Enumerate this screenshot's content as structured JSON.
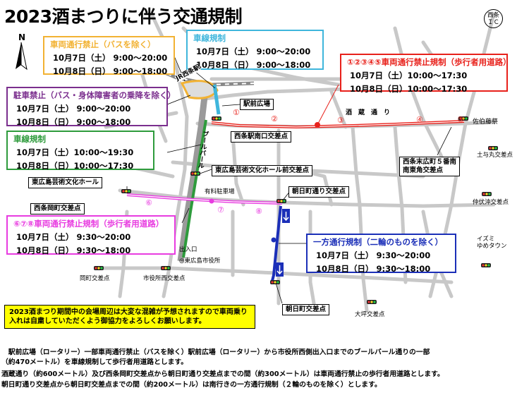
{
  "title": "2023酒まつりに伴う交通規制",
  "north": "N",
  "ic_label": "西条\nＩＣ",
  "boxes": {
    "no_vehicle_bus": {
      "title": "車両通行禁止（バスを除く）",
      "line1": "10月7日（土） 9:00～20:00",
      "line2": "10月8日（日） 9:00～18:00",
      "color": "#f2b233"
    },
    "lane_top": {
      "title": "車線規制",
      "line1": "10月7日（土） 9:00～20:00",
      "line2": "10月8日（日） 9:00～18:00",
      "color": "#3fb6dc"
    },
    "no_vehicle_12345": {
      "title": "①②③④⑤車両通行禁止規制（歩行者用道路）",
      "line1": "10月7日（土）10:00～17:30",
      "line2": "10月8日（日）10:00～17:30",
      "color": "#e8211b"
    },
    "parking": {
      "title": "駐車禁止（バス・身体障害者の乗降を除く）",
      "line1": "10月7日（土） 9:00～20:00",
      "line2": "10月8日（日） 9:00～18:00",
      "color": "#7b2f8e"
    },
    "lane_green": {
      "title": "車線規制",
      "line1": "10月7日（土）10:00～19:30",
      "line2": "10月8日（日）10:00～17:30",
      "color": "#2e9b3c"
    },
    "no_vehicle_678": {
      "title": "⑥⑦⑧車両通行禁止規制（歩行者用道路）",
      "line1": "10月7日（土） 9:30～20:00",
      "line2": "10月8日（日） 9:30～18:00",
      "color": "#e83ce0"
    },
    "one_way": {
      "title": "一方通行規制（二輪のものを除く）",
      "line1": "10月7日（土） 9:30～20:00",
      "line2": "10月8日（日） 9:30～18:00",
      "color": "#1b2fb8"
    }
  },
  "labels": {
    "jr_station": "JR西条駅",
    "ekimae": "駅前広場",
    "saijo_south": "西条駅南口交差点",
    "sakagura": "酒　蔵　通　り",
    "saho": "佐伯藤祭",
    "suehiro": "西条末広町５番南\n南東角交差点",
    "tsuchiyo": "土与丸交差点",
    "bunka_hall_front": "東広島芸術文化ホール前交差点",
    "bunka_hall": "東広島芸術文化ホール",
    "pay_parking": "有料駐車場",
    "asahi_dori": "朝日町通り交差点",
    "saijo_oka": "西条岡町交差点",
    "nakamaru": "仲伏沖交差点",
    "exit": "出入口",
    "city_hall": "◎東広島市役所",
    "okamachi": "岡町交差点",
    "city_west": "市役所西交差点",
    "izumi": "イズミ\nゆめタウン",
    "asahi_cross": "朝日町交差点",
    "oosaka": "大坪交差点",
    "poolbar": "ブールバール"
  },
  "route_numbers": [
    "①",
    "②",
    "③",
    "④",
    "⑤",
    "⑥",
    "⑦",
    "⑧"
  ],
  "notice": "2023酒まつり期間中の会場周辺は大変な混雑が予想されますので車両乗り入れは自粛していただくよう御協力をよろしくお願いします。",
  "footer": {
    "line1": "　駅前広場（ロータリー）一部車両通行禁止（バスを除く）駅前広場（ロータリー）から市役所西側出入口までのブールバール通りの一部",
    "line2": "（約470メートル）を車線規制して歩行者用道路とします。",
    "line3": "酒蔵通り（約600メートル）及び西条岡町交差点から朝日町通り交差点までの間（約300メートル）は車両通行禁止の歩行者用道路とします。",
    "line4": "朝日町通り交差点から朝日町交差点までの間（約200メートル）は南行きの一方通行規制（２輪のものを除く）とします。"
  }
}
